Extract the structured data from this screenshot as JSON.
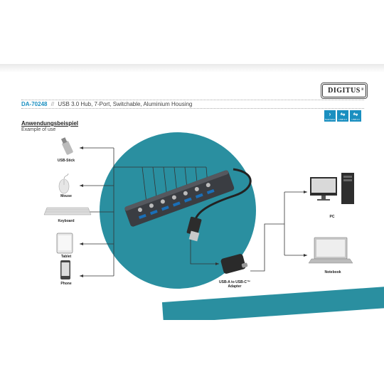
{
  "brand": {
    "logo_text": "DIGITUS",
    "logo_mark": "®"
  },
  "product": {
    "sku": "DA-70248",
    "separator": "//",
    "name": "USB 3.0 Hub, 7-Port, Switchable, Aluminium Housing"
  },
  "badges": [
    {
      "icon": "arrow-right-icon",
      "symbol": "›",
      "caption": "Switchable"
    },
    {
      "icon": "usb-icon",
      "symbol": "⇋",
      "caption": "USB 3.0"
    },
    {
      "icon": "usb-icon",
      "symbol": "⇋",
      "caption": "USB 3.0"
    }
  ],
  "section": {
    "title_de": "Anwendungsbeispiel",
    "title_en": "Example of use"
  },
  "devices_left": [
    {
      "label": "USB-Stick",
      "icon": "usb-stick-icon"
    },
    {
      "label": "Mouse",
      "icon": "mouse-icon"
    },
    {
      "label": "Keyboard",
      "icon": "keyboard-icon"
    },
    {
      "label": "Tablet",
      "icon": "tablet-icon"
    },
    {
      "label": "Phone",
      "icon": "phone-icon"
    }
  ],
  "devices_right": [
    {
      "label": "PC",
      "icon": "pc-icon"
    },
    {
      "label": "Notebook",
      "icon": "notebook-icon"
    }
  ],
  "adapter": {
    "label_line1": "USB-A to USB-C™",
    "label_line2": "Adapter"
  },
  "colors": {
    "accent": "#1a8fc0",
    "teal": "#2a8fa0",
    "hub": "#3a3d42"
  }
}
